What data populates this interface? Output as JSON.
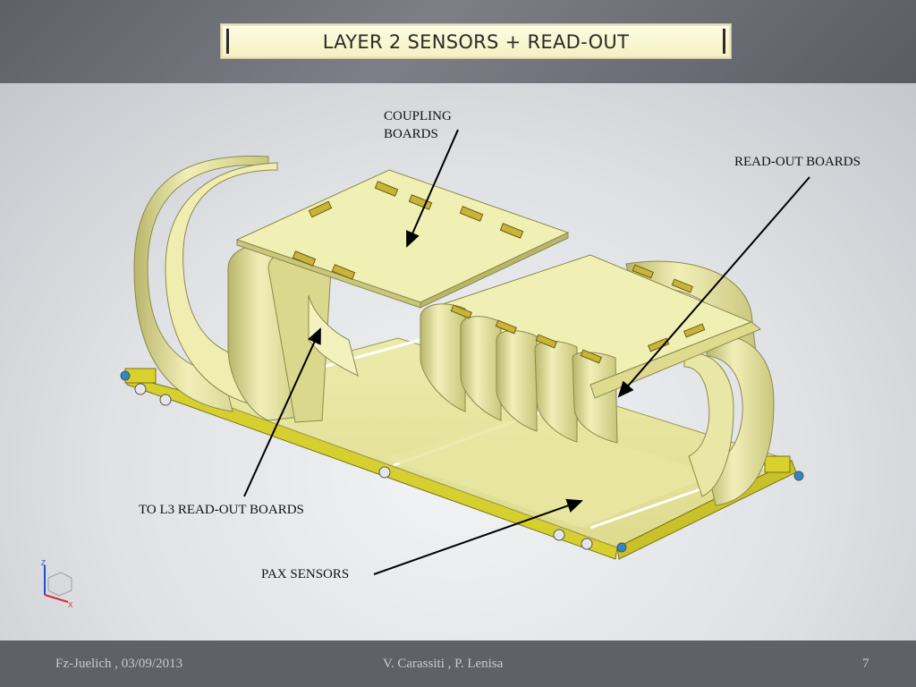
{
  "slide": {
    "title": "LAYER 2 SENSORS + READ-OUT",
    "labels": {
      "coupling_line1": "COUPLING",
      "coupling_line2": "BOARDS",
      "readout": "READ-OUT BOARDS",
      "to_l3": "TO L3 READ-OUT BOARDS",
      "pax": "PAX SENSORS"
    },
    "axis_triad": {
      "z": "Z",
      "x": "X"
    },
    "footer": {
      "left": "Fz-Juelich , 03/09/2013",
      "center": "V. Carassiti , P. Lenisa",
      "page": "7"
    }
  },
  "colors": {
    "board": "#f0efb4",
    "board_edge": "#8c8a4c",
    "flex": "#e2e097",
    "flex_dark": "#a4a25a",
    "frame": "#d8d12e",
    "connector": "#c9b43a",
    "arrow": "#000000"
  }
}
